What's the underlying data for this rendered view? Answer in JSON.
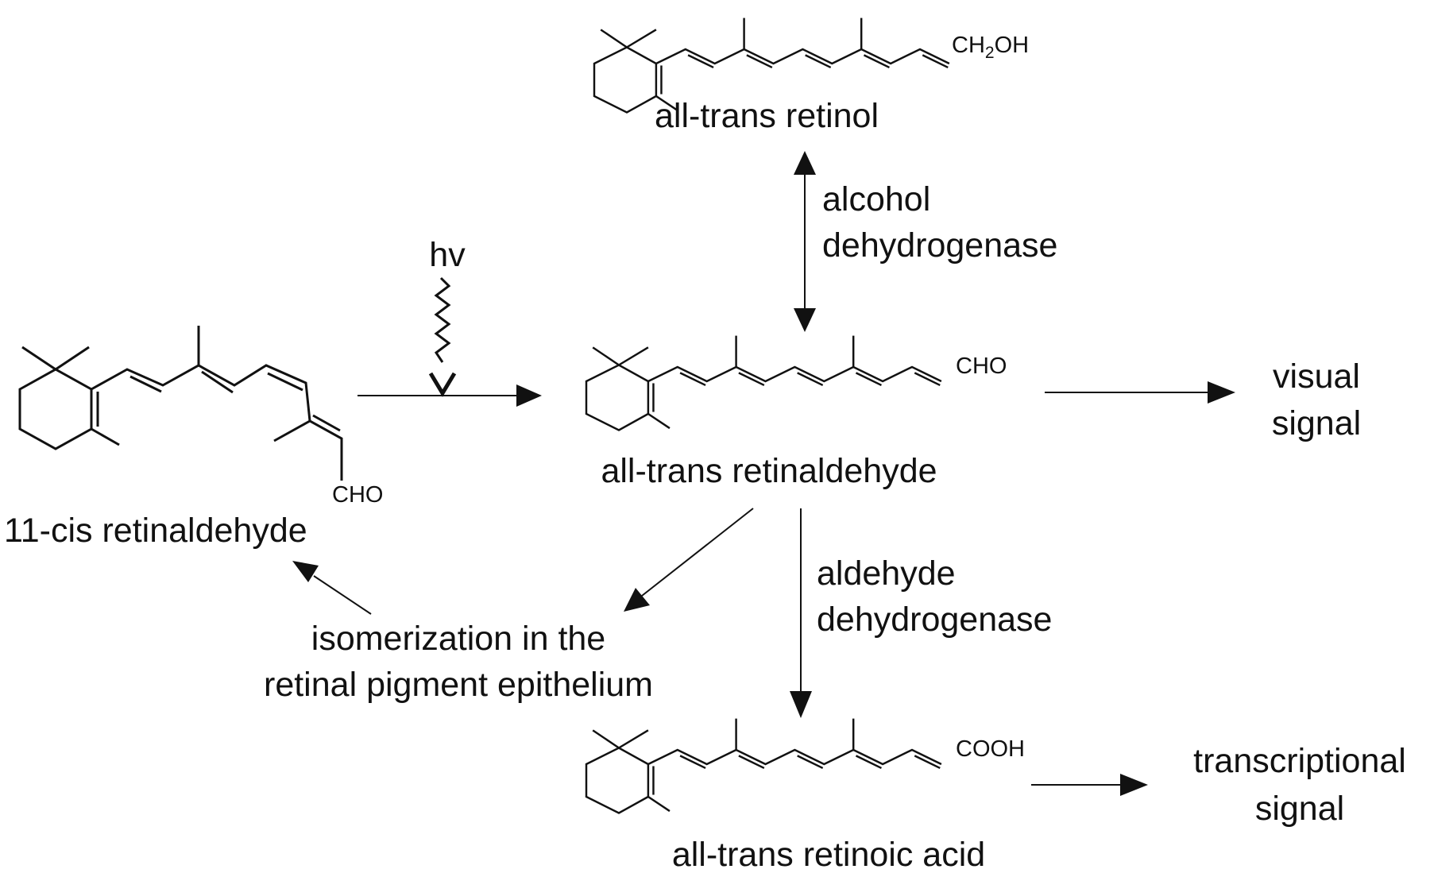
{
  "molecules": {
    "retinol": {
      "name": "all-trans retinol",
      "group_main": "CH",
      "group_sub": "2",
      "group_end": "OH"
    },
    "cis_retinal": {
      "name": "11-cis retinaldehyde",
      "group": "CHO"
    },
    "trans_retinal": {
      "name": "all-trans retinaldehyde",
      "group": "CHO"
    },
    "retinoic_acid": {
      "name": "all-trans retinoic acid",
      "group": "COOH"
    }
  },
  "light": {
    "symbol": "hv"
  },
  "enzymes": {
    "alcohol_dh": {
      "line1": "alcohol",
      "line2": "dehydrogenase"
    },
    "aldehyde_dh": {
      "line1": "aldehyde",
      "line2": "dehydrogenase"
    }
  },
  "isomerization": {
    "line1": "isomerization in the",
    "line2": "retinal pigment epithelium"
  },
  "outputs": {
    "visual": {
      "line1": "visual",
      "line2": "signal"
    },
    "transcriptional": {
      "line1": "transcriptional",
      "line2": "signal"
    }
  },
  "colors": {
    "ink": "#111111",
    "background": "#ffffff"
  }
}
